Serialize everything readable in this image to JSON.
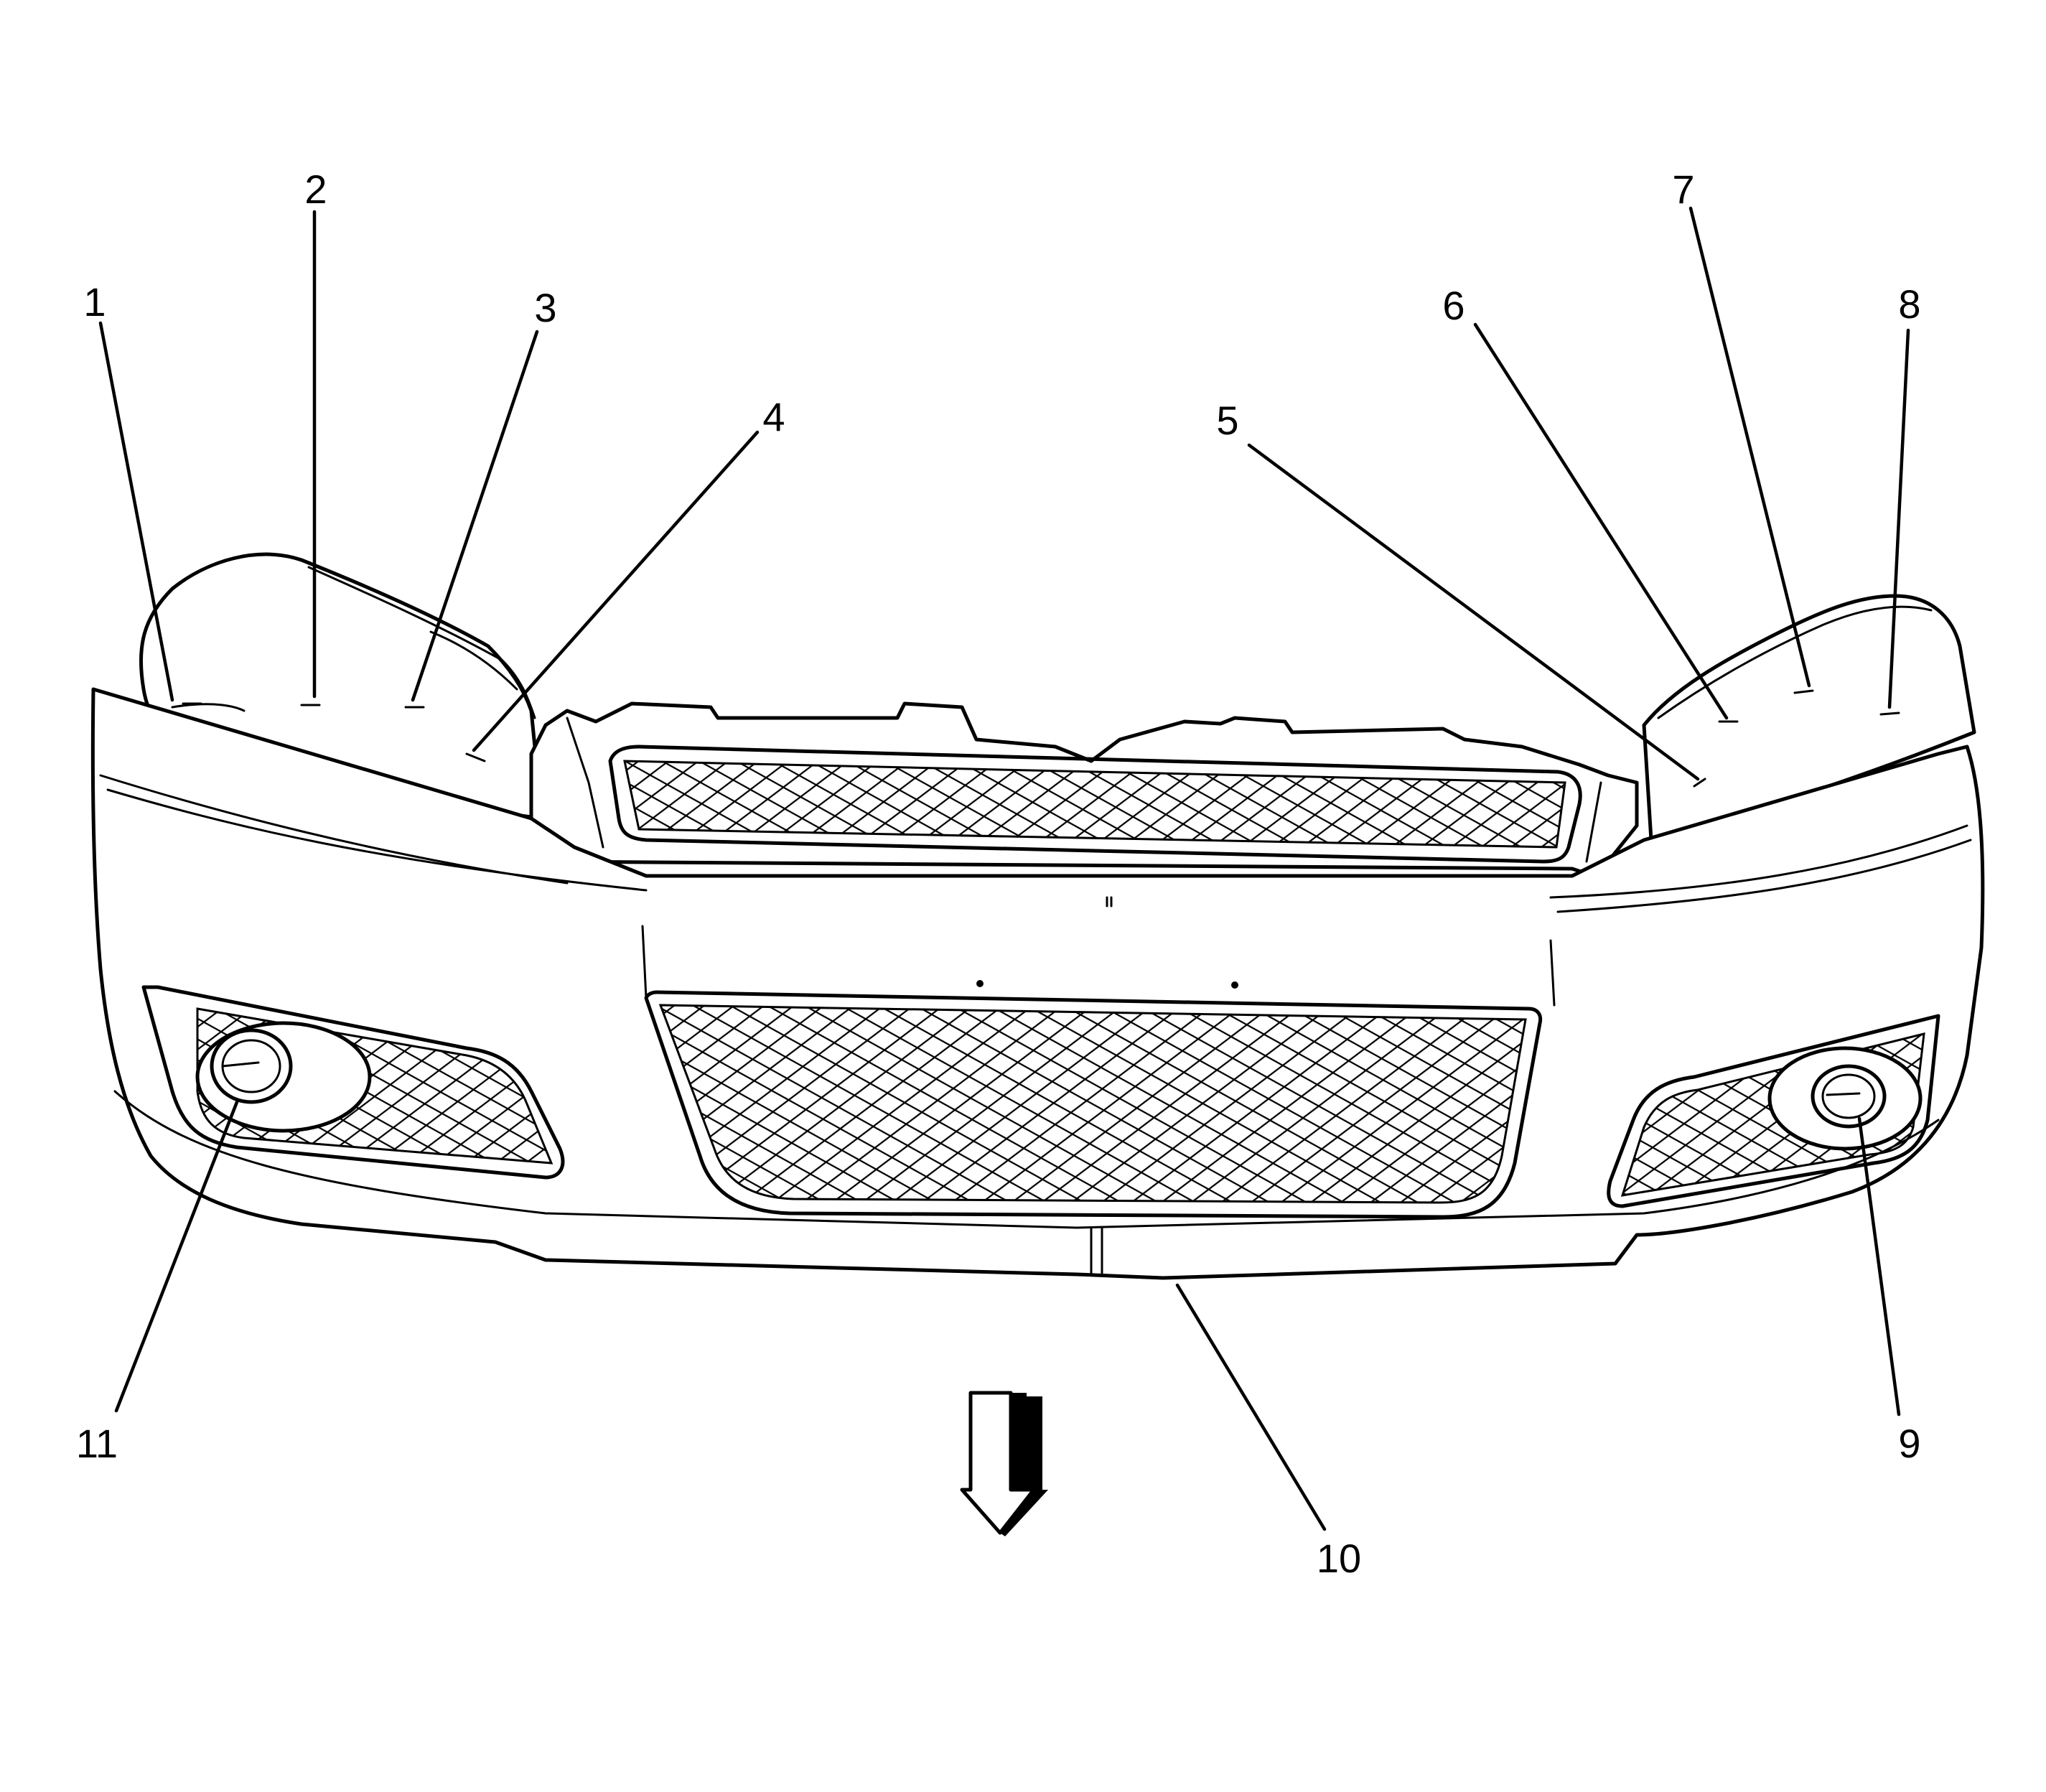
{
  "callouts": [
    "1",
    "2",
    "3",
    "4",
    "5",
    "6",
    "7",
    "8",
    "9",
    "10",
    "11"
  ],
  "colors": {
    "line": "#000000",
    "background": "#ffffff"
  },
  "icons": {
    "direction_arrow": "down-arrow-icon"
  }
}
